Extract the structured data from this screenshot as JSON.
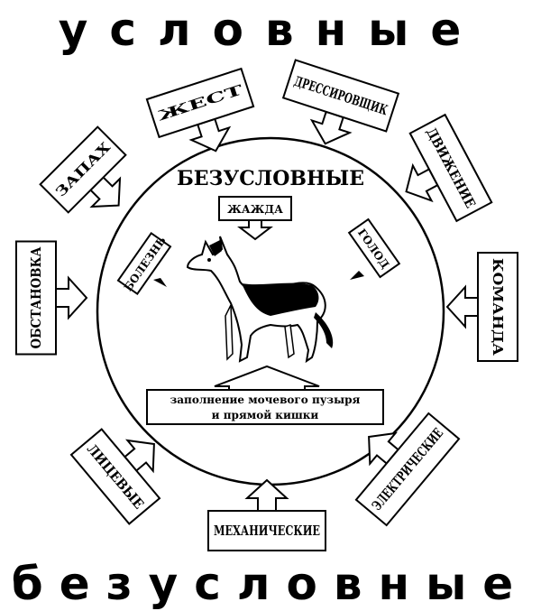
{
  "title_top": "условные",
  "title_bottom": "безусловные",
  "inner_title": "БЕЗУСЛОВНЫЕ",
  "inner": {
    "thirst": "ЖАЖДА",
    "illness": "БОЛЕЗНЬ",
    "hunger": "ГОЛОД",
    "bladder_line1": "заполнение мочевого пузыря",
    "bladder_line2": "и прямой кишки"
  },
  "conditioned": [
    {
      "id": "smell",
      "label": "ЗАПАХ"
    },
    {
      "id": "gesture",
      "label": "ЖЕСТ"
    },
    {
      "id": "trainer",
      "label": "ДРЕССИРОВЩИК"
    },
    {
      "id": "movement",
      "label": "ДВИЖЕНИЕ"
    },
    {
      "id": "command",
      "label": "КОМАНДА"
    },
    {
      "id": "environment",
      "label": "ОБСТАНОВКА"
    }
  ],
  "unconditioned": [
    {
      "id": "facial",
      "label": "ЛИЦЕВЫЕ"
    },
    {
      "id": "mechanical",
      "label": "МЕХАНИЧЕСКИЕ"
    },
    {
      "id": "electrical",
      "label": "ЭЛЕКТРИЧЕСКИЕ"
    }
  ]
}
